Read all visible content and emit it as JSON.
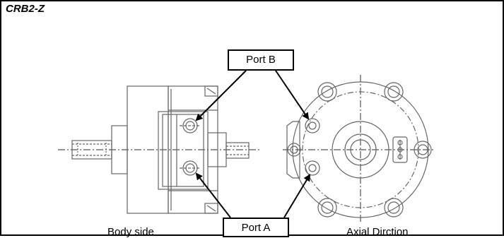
{
  "model_title": "CRB2-Z",
  "callouts": {
    "port_b": "Port B",
    "port_a": "Port A"
  },
  "view_labels": {
    "body_side": "Body side",
    "axial_direction": "Axial Dirction"
  },
  "colors": {
    "line": "#000000",
    "drawing_line": "#666666",
    "background": "#ffffff"
  }
}
